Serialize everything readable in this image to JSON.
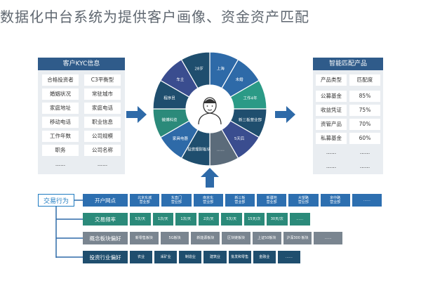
{
  "title": "数据化中台系统为提供客户画像、资金资产匹配",
  "kyc_panel": {
    "title": "客户KYC信息",
    "rows": [
      [
        "合格投资者",
        "C3平衡型"
      ],
      [
        "婚姻状况",
        "常驻城市"
      ],
      [
        "家庭地址",
        "家庭电话"
      ],
      [
        "移动电话",
        "职业信息"
      ],
      [
        "工作年数",
        "公司规模"
      ],
      [
        "职务",
        "公司名称"
      ],
      [
        "......",
        "......"
      ]
    ]
  },
  "wheel": {
    "segments": [
      "上海",
      "未婚",
      "工作4年",
      "新三板营业部",
      "5天后",
      "……",
      "投资理财板块",
      "家具电器",
      "微博科技",
      "程序员",
      "车主",
      "28岁"
    ]
  },
  "product_panel": {
    "title": "智能匹配产品",
    "header": [
      "产品类型",
      "匹配度"
    ],
    "rows": [
      [
        "公募基金",
        "85%"
      ],
      [
        "收益凭证",
        "75%"
      ],
      [
        "资管产品",
        "70%"
      ],
      [
        "私募基金",
        "60%"
      ],
      [
        "......",
        "......"
      ],
      [
        "......",
        "......"
      ]
    ]
  },
  "behavior": {
    "label": "交易行为",
    "rows": [
      {
        "label": "开户网点",
        "color": "#2d6fb0",
        "items": [
          "北京东城\n营业部",
          "东直门\n营业部",
          "南京东\n营业部",
          "新三板\n营业部",
          "新疆地\n营业部",
          "大望路\n营业部",
          "京中路\n营业部",
          "……"
        ]
      },
      {
        "label": "交易频率",
        "color": "#2b8a7a",
        "items": [
          "5次/天",
          "1次/天",
          "1次/天",
          "2次/天",
          "5次/天",
          "15天/次",
          "30天/次",
          "……"
        ]
      },
      {
        "label": "概念板块偏好",
        "color": "#7a8590",
        "items": [
          "新零售板块",
          "5G板块",
          "新能源板块",
          "区块链板块",
          "上证50板块",
          "沪深300 板块",
          "……"
        ]
      },
      {
        "label": "投资行业偏好",
        "color": "#1f4e6e",
        "items": [
          "农业",
          "采矿业",
          "制造业",
          "建筑业",
          "批发和零售",
          "金融业",
          "……"
        ]
      }
    ]
  },
  "colors": {
    "navy": "#2f5b8a",
    "wheel": [
      "#2e6aa8",
      "#2e6aa8",
      "#2b9a86",
      "#1f4e6e",
      "#3a4d8f",
      "#5b6b7a",
      "#1f4e6e",
      "#2e6aa8",
      "#2b8a7a",
      "#1f4e6e",
      "#3a4d8f",
      "#1f4e6e"
    ]
  }
}
